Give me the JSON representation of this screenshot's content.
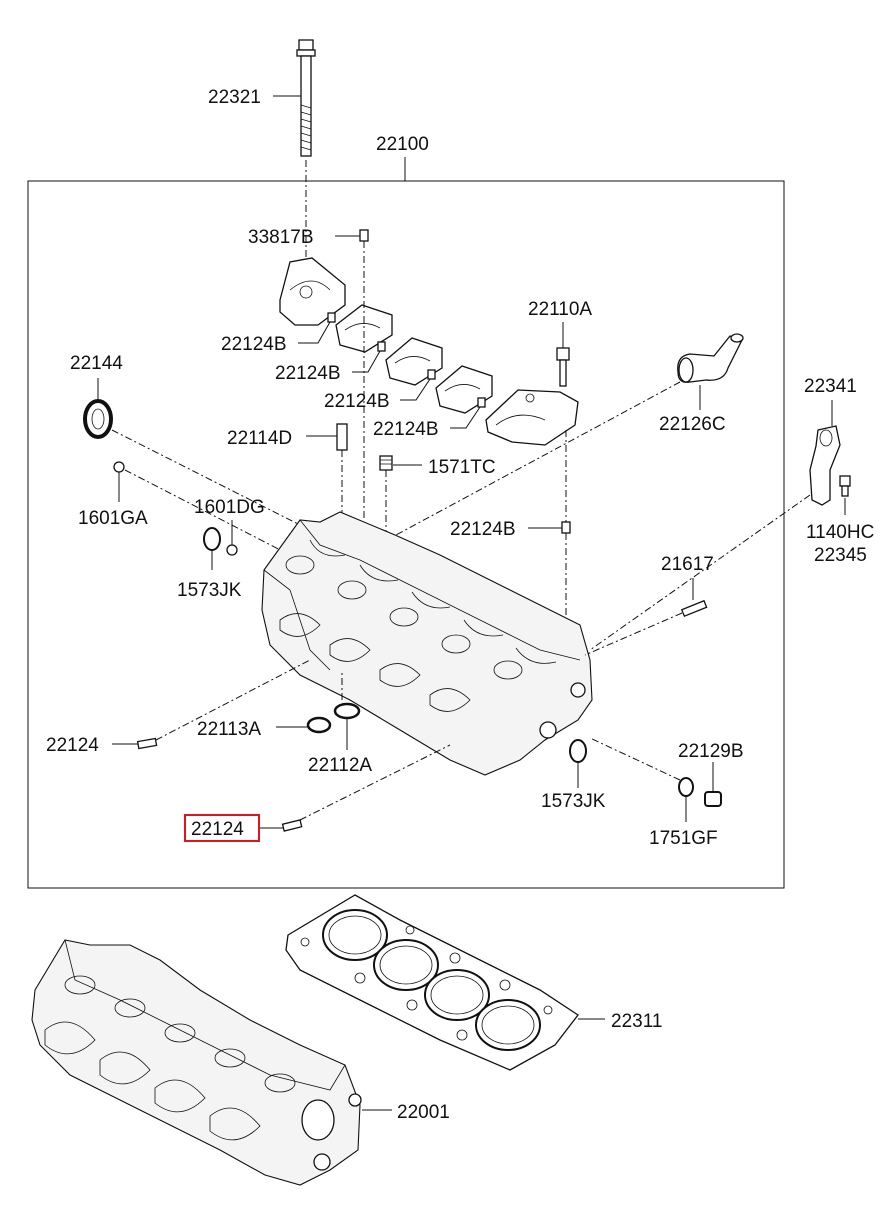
{
  "labels": {
    "p22321": "22321",
    "p22100": "22100",
    "p33817B": "33817B",
    "p22124B_1": "22124B",
    "p22124B_2": "22124B",
    "p22124B_3": "22124B",
    "p22124B_4": "22124B",
    "p22124B_5": "22124B",
    "p22110A": "22110A",
    "p22144": "22144",
    "p22126C": "22126C",
    "p22341": "22341",
    "p22114D": "22114D",
    "p1571TC": "1571TC",
    "p1601GA": "1601GA",
    "p1601DG": "1601DG",
    "p1140HC": "1140HC",
    "p22345": "22345",
    "p1573JK_1": "1573JK",
    "p21617": "21617",
    "p22124_1": "22124",
    "p22113A": "22113A",
    "p22112A": "22112A",
    "p22129B": "22129B",
    "p1573JK_2": "1573JK",
    "p1751GF": "1751GF",
    "p22124_2": "22124",
    "p22311": "22311",
    "p22001": "22001"
  },
  "highlight": {
    "label": "22124",
    "color": "#e0141e"
  }
}
